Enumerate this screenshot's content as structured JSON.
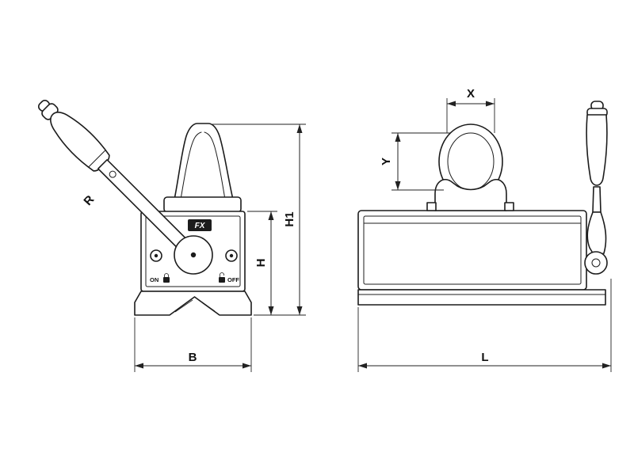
{
  "colors": {
    "line": "#1c1c1c",
    "background": "#ffffff"
  },
  "labels": {
    "logo": "FX",
    "on": "ON",
    "off": "OFF"
  },
  "dimensions": {
    "r": "R",
    "h1": "H1",
    "h": "H",
    "b": "B",
    "x": "X",
    "y": "Y",
    "l": "L"
  }
}
